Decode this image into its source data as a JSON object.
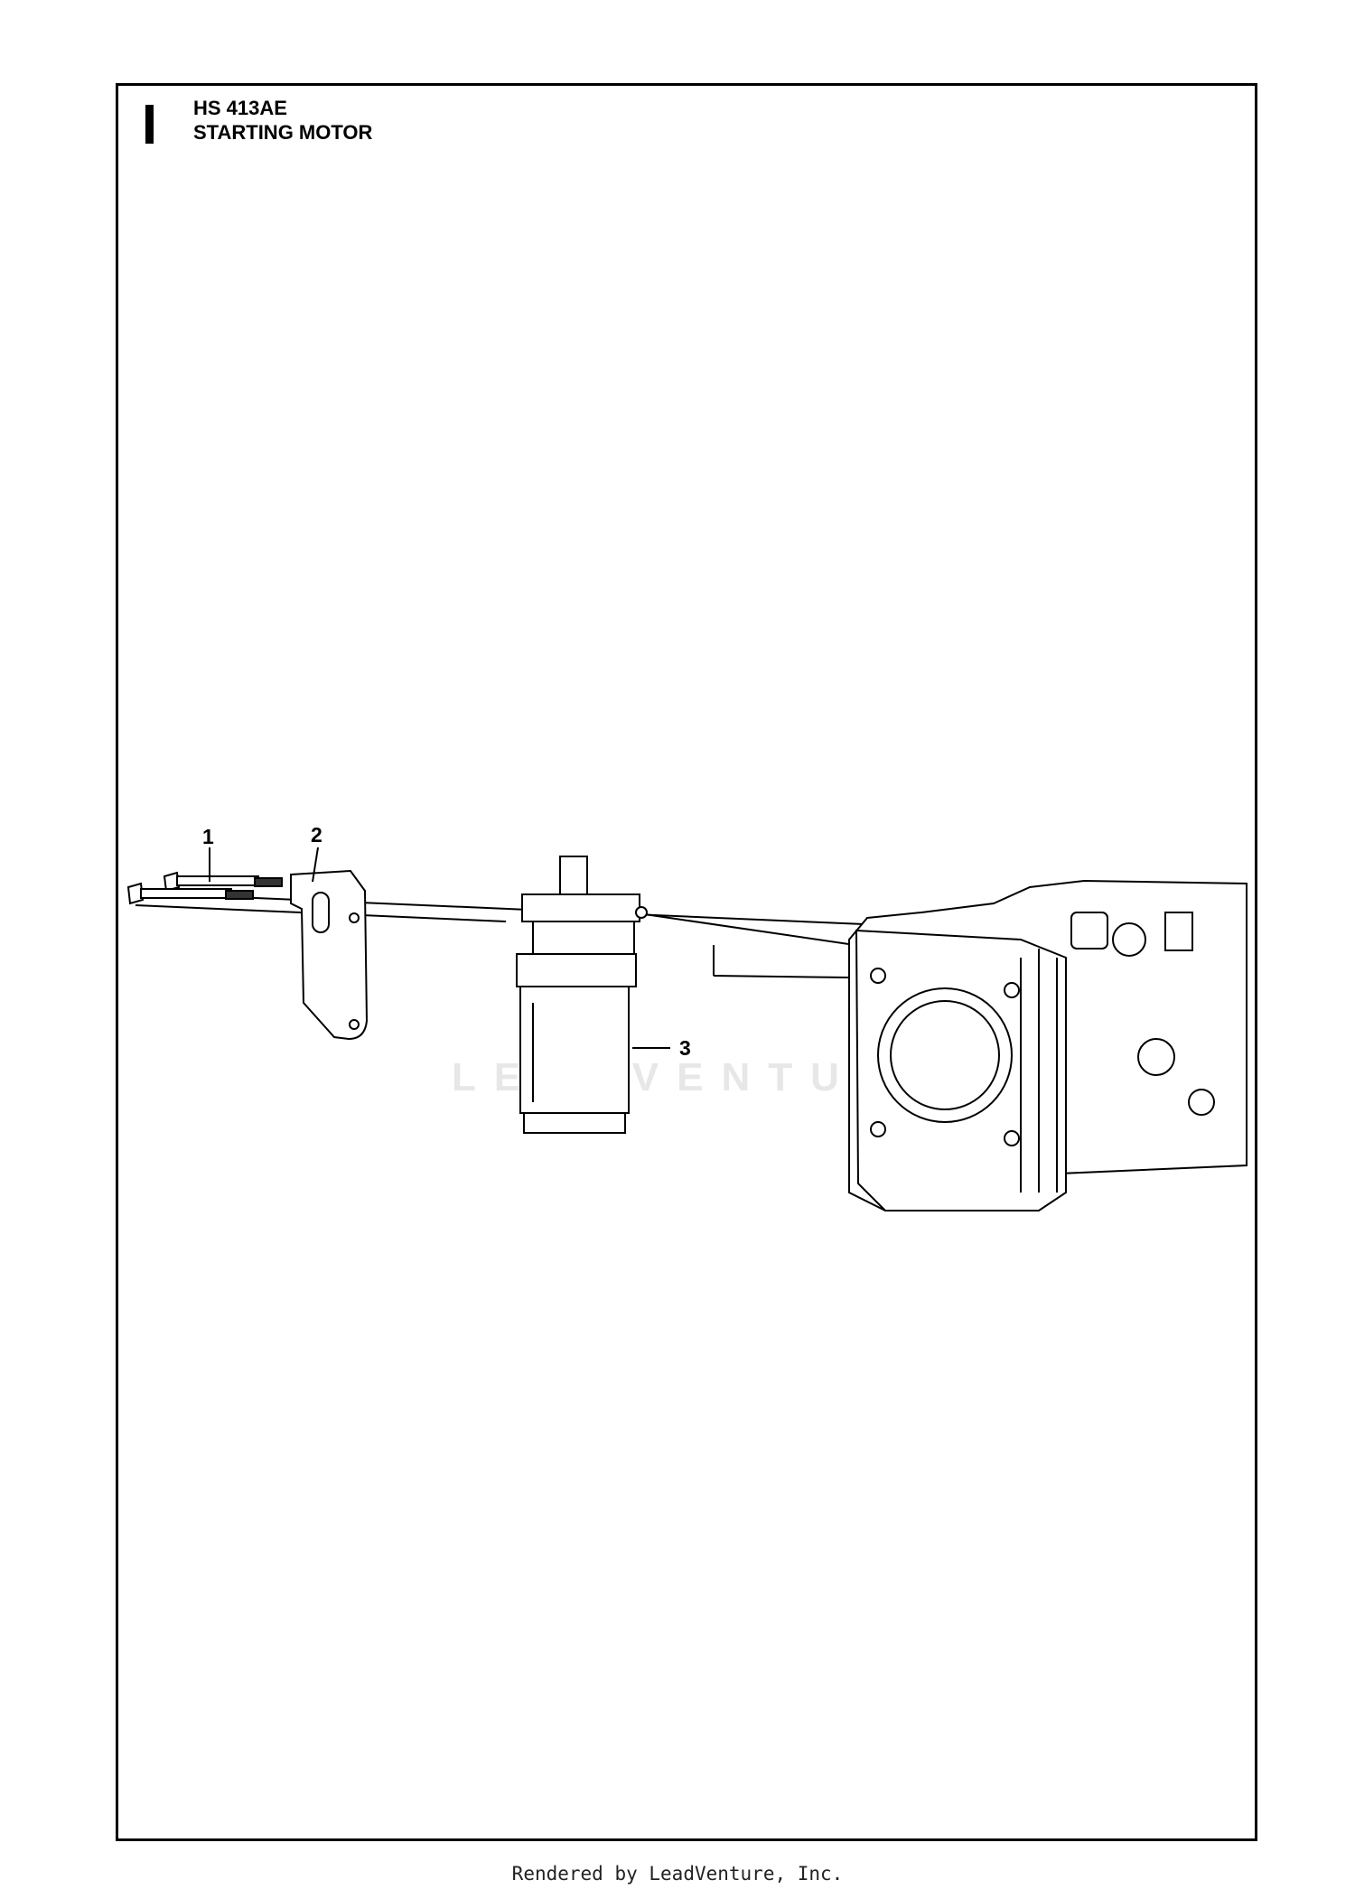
{
  "header": {
    "section_letter": "I",
    "model": "HS 413AE",
    "title": "STARTING MOTOR"
  },
  "callouts": [
    {
      "number": "1"
    },
    {
      "number": "2"
    },
    {
      "number": "3"
    }
  ],
  "watermark": {
    "text": "LEADVENTURE"
  },
  "footer": {
    "text": "Rendered by LeadVenture, Inc."
  }
}
